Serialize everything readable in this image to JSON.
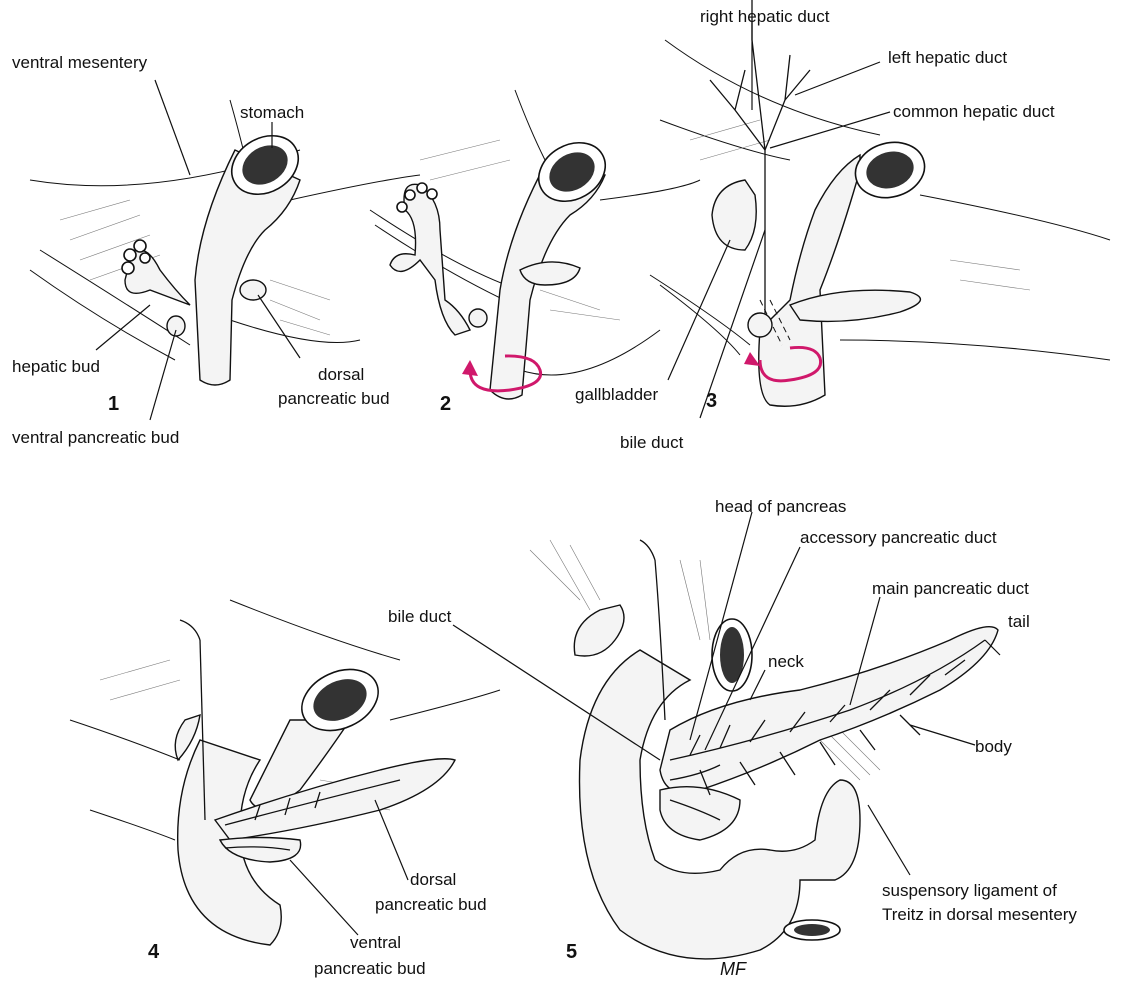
{
  "panels": [
    {
      "number": "1",
      "labels": {
        "ventral_mesentery": "ventral mesentery",
        "stomach": "stomach",
        "hepatic_bud": "hepatic bud",
        "ventral_pancreatic_bud": "ventral pancreatic bud",
        "dorsal_pancreatic_bud_l1": "dorsal",
        "dorsal_pancreatic_bud_l2": "pancreatic bud"
      }
    },
    {
      "number": "2"
    },
    {
      "number": "3",
      "labels": {
        "right_hepatic_duct": "right hepatic duct",
        "left_hepatic_duct": "left hepatic duct",
        "common_hepatic_duct": "common hepatic duct",
        "gallbladder": "gallbladder",
        "bile_duct": "bile duct"
      }
    },
    {
      "number": "4",
      "labels": {
        "dorsal_pancreatic_bud_l1": "dorsal",
        "dorsal_pancreatic_bud_l2": "pancreatic bud",
        "ventral_pancreatic_bud_l1": "ventral",
        "ventral_pancreatic_bud_l2": "pancreatic bud"
      }
    },
    {
      "number": "5",
      "labels": {
        "head_of_pancreas": "head of pancreas",
        "accessory_pancreatic_duct": "accessory pancreatic duct",
        "main_pancreatic_duct": "main pancreatic duct",
        "tail": "tail",
        "neck": "neck",
        "body": "body",
        "bile_duct": "bile duct",
        "suspensory_l1": "suspensory ligament of",
        "suspensory_l2": "Treitz in dorsal mesentery"
      }
    }
  ],
  "artist_signature": "MF",
  "colors": {
    "rotation_arrow": "#d0186b",
    "line": "#111111"
  },
  "icons": {
    "rotation": "curved-rotation-arrow-icon"
  }
}
